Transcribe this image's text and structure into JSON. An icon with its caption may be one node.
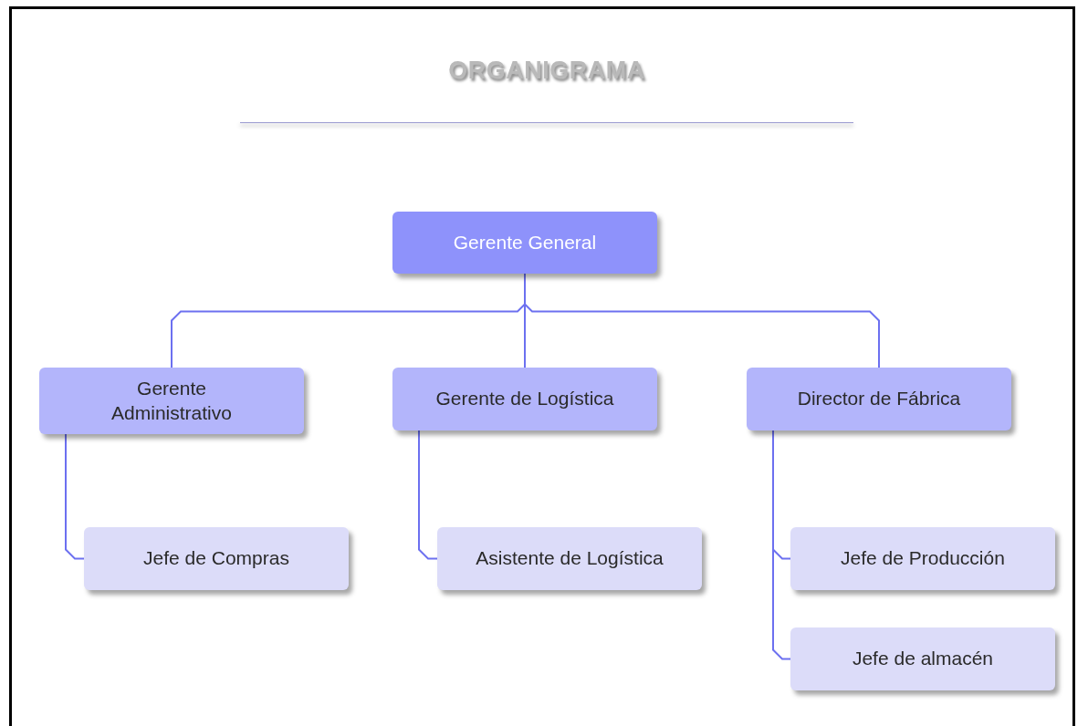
{
  "diagram": {
    "title": "ORGANIGRAMA",
    "nodes": [
      {
        "text": [
          "Gerente General"
        ]
      },
      {
        "text": [
          "Gerente Administrativo"
        ]
      },
      {
        "text": [
          "Gerente de Logística"
        ]
      },
      {
        "text": [
          "Director de Fábrica"
        ]
      },
      {
        "text": [
          "Jefe de Compras"
        ]
      },
      {
        "text": [
          "Asistente de Logística"
        ]
      },
      {
        "text": [
          "Jefe de Producción"
        ]
      },
      {
        "text": [
          "Jefe de almacén"
        ]
      }
    ],
    "edges": [
      {
        "from": 0,
        "to": 1,
        "arrow": "none"
      },
      {
        "from": 0,
        "to": 2,
        "arrow": "none"
      },
      {
        "from": 0,
        "to": 3,
        "arrow": "none"
      },
      {
        "from": 1,
        "to": 4,
        "arrow": "none"
      },
      {
        "from": 2,
        "to": 5,
        "arrow": "none"
      },
      {
        "from": 3,
        "to": 6,
        "arrow": "none"
      },
      {
        "from": 3,
        "to": 7,
        "arrow": "none"
      }
    ]
  }
}
